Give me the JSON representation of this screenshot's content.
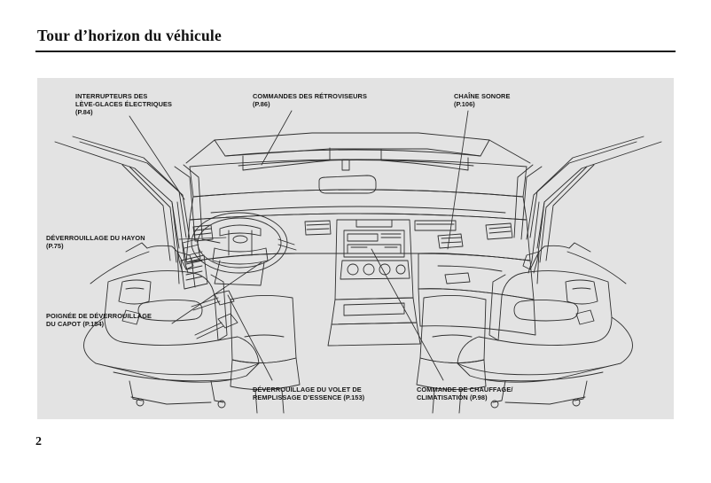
{
  "page": {
    "title": "Tour d’horizon du véhicule",
    "number": "2"
  },
  "illustration": {
    "alt_name": "vehicle-interior-overview-diagram",
    "background_color": "#e3e3e3",
    "line_color": "#2a2a2a"
  },
  "callouts": [
    {
      "id": "window-switches",
      "text": "INTERRUPTEURS DES\nLÈVE-GLACES ÉLECTRIQUES\n(P.84)",
      "page_ref": "P.84"
    },
    {
      "id": "mirror-controls",
      "text": "COMMANDES DES RÉTROVISEURS\n(P.86)",
      "page_ref": "P.86"
    },
    {
      "id": "audio-system",
      "text": "CHAÎNE SONORE\n(P.106)",
      "page_ref": "P.106"
    },
    {
      "id": "tailgate-release",
      "text": "DÉVERROUILLAGE DU HAYON\n(P.75)",
      "page_ref": "P.75"
    },
    {
      "id": "hood-release",
      "text": "POIGNÉE DE DÉVERROUILLAGE\nDU CAPOT  (P.154)",
      "page_ref": "P.154"
    },
    {
      "id": "fuel-lid-release",
      "text": "DÉVERROUILLAGE DU VOLET DE\nREMPLISSAGE D’ESSENCE (P.153)",
      "page_ref": "P.153"
    },
    {
      "id": "climate-control",
      "text": "COMMANDE DE CHAUFFAGE/\nCLIMATISATION (P.98)",
      "page_ref": "P.98"
    }
  ]
}
